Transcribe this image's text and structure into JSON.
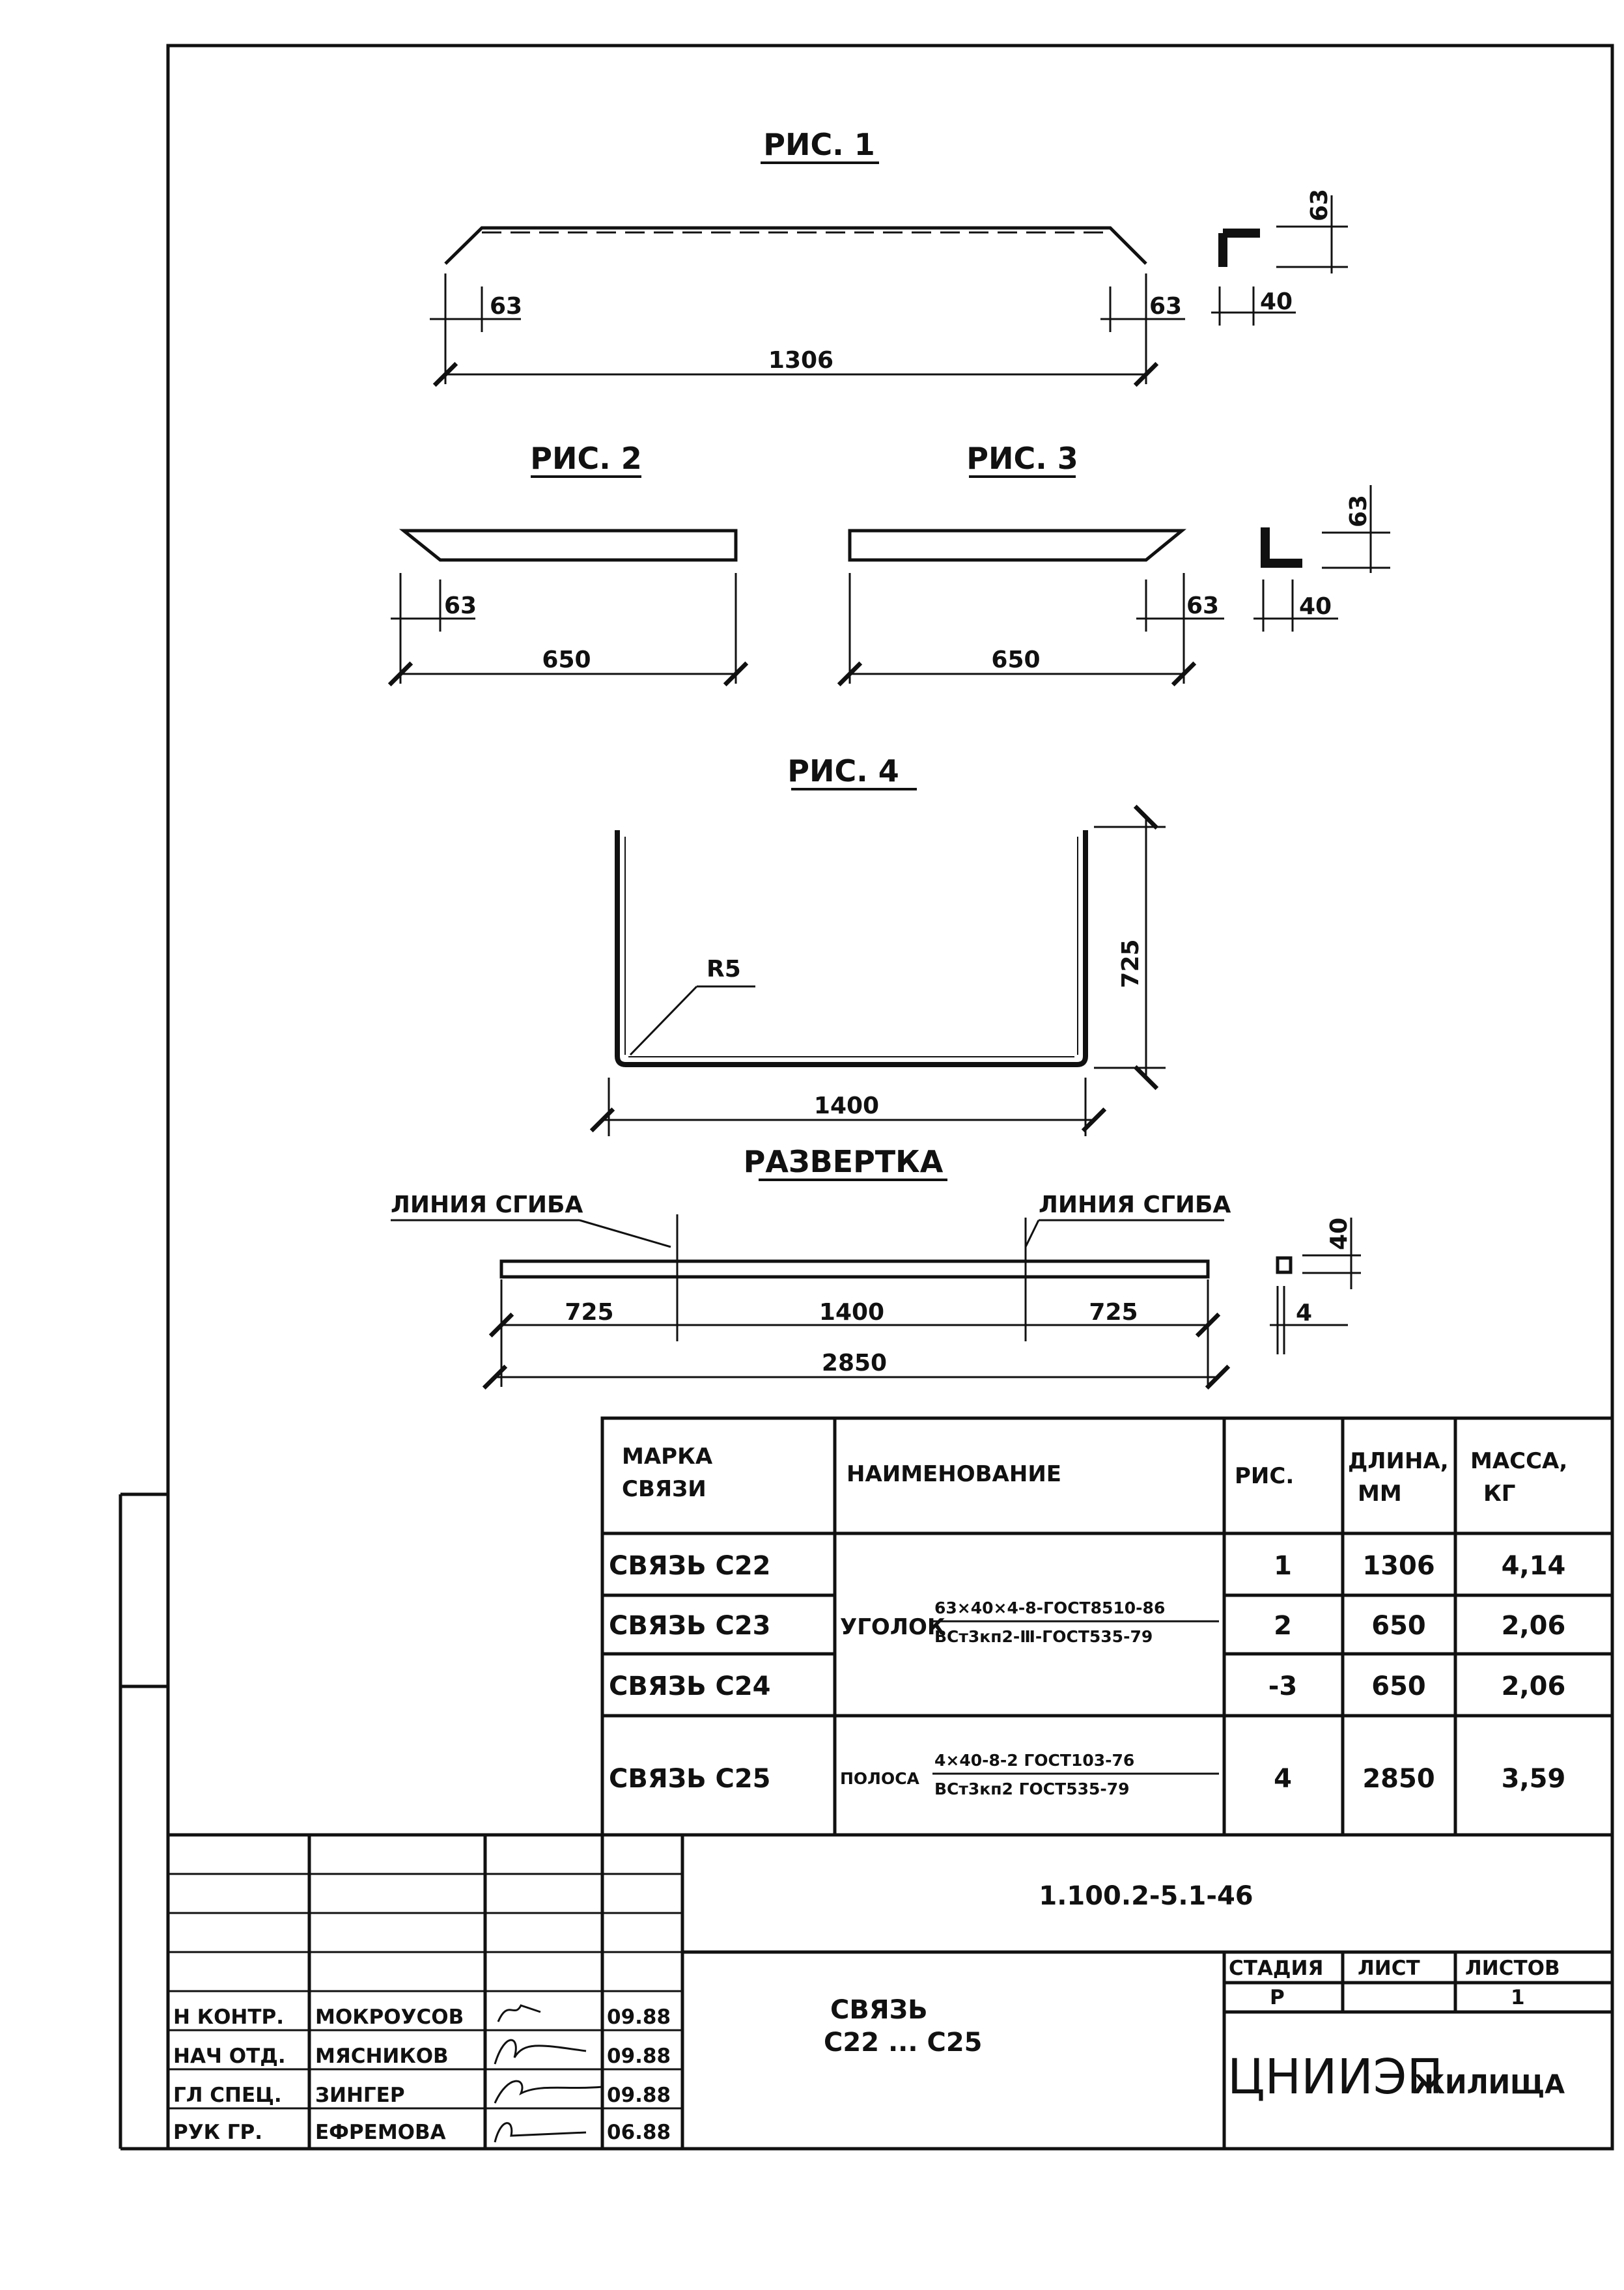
{
  "figures": {
    "fig1": {
      "title": "РИС. 1",
      "dim_left": "63",
      "dim_right": "63",
      "dim_total": "1306",
      "profile_h": "63",
      "profile_w": "40"
    },
    "fig2": {
      "title": "РИС. 2",
      "dim_left": "63",
      "dim_total": "650"
    },
    "fig3": {
      "title": "РИС. 3",
      "dim_right": "63",
      "dim_total": "650"
    },
    "fig23_profile": {
      "profile_h": "63",
      "profile_w": "40"
    },
    "fig4": {
      "title": "РИС. 4",
      "radius": "R5",
      "height": "725",
      "width": "1400"
    },
    "unfold": {
      "title": "РАЗВЕРТКА",
      "bend_left": "ЛИНИЯ СГИБА",
      "bend_right": "ЛИНИЯ СГИБА",
      "seg_left": "725",
      "seg_mid": "1400",
      "seg_right": "725",
      "total": "2850",
      "profile_h": "40",
      "profile_t": "4"
    }
  },
  "table": {
    "headers": {
      "mark_1": "МАРКА",
      "mark_2": "СВЯЗИ",
      "name": "НАИМЕНОВАНИЕ",
      "fig": "РИС.",
      "len_1": "ДЛИНА,",
      "len_2": "ММ",
      "mass_1": "МАССА,",
      "mass_2": "КГ"
    },
    "rows": [
      {
        "mark": "СВЯЗЬ С22",
        "fig": "1",
        "length": "1306",
        "mass": "4,14"
      },
      {
        "mark": "СВЯЗЬ С23",
        "fig": "2",
        "length": "650",
        "mass": "2,06"
      },
      {
        "mark": "СВЯЗЬ С24",
        "fig": "-3",
        "length": "650",
        "mass": "2,06"
      },
      {
        "mark": "СВЯЗЬ С25",
        "fig": "4",
        "length": "2850",
        "mass": "3,59"
      }
    ],
    "angle": {
      "label": "УГОЛОК",
      "top": "63×40×4-8-ГОСТ8510-86",
      "bottom": "ВСт3кп2-Ⅲ-ГОСТ535-79"
    },
    "strip": {
      "label": "ПОЛОСА",
      "top": "4×40-8-2 ГОСТ103-76",
      "bottom": "ВСт3кп2 ГОСТ535-79"
    }
  },
  "stamp": {
    "doc_number": "1.100.2-5.1-46",
    "title_1": "СВЯЗЬ",
    "title_2": "С22 ... С25",
    "stage_label": "СТАДИЯ",
    "sheet_label": "ЛИСТ",
    "sheets_label": "ЛИСТОВ",
    "stage_value": "Р",
    "sheet_value": "",
    "sheets_value": "1",
    "org_1": "ЦНИИЭП",
    "org_2": "ЖИЛИЩА",
    "people": [
      {
        "role": "Н КОНТР.",
        "name": "МОКРОУСОВ",
        "date": "09.88"
      },
      {
        "role": "НАЧ ОТД.",
        "name": "МЯСНИКОВ",
        "date": "09.88"
      },
      {
        "role": "ГЛ СПЕЦ.",
        "name": "ЗИНГЕР",
        "date": "09.88"
      },
      {
        "role": "РУК ГР.",
        "name": "ЕФРЕМОВА",
        "date": "06.88"
      }
    ]
  }
}
